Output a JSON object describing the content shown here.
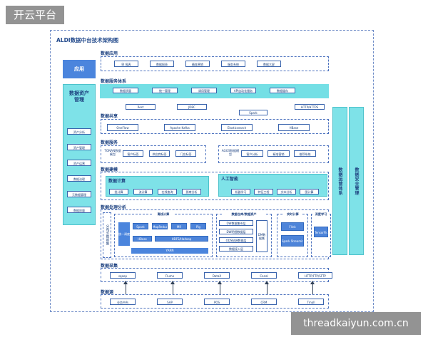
{
  "watermark_tl": "开云平台",
  "watermark_br": "threadkaiyun.com.cn",
  "title": "ALDI数据中台技术架构图",
  "sections": {
    "application": "数据应用",
    "service_system": "数据服务体系",
    "share": "数据共享",
    "service": "数据服务",
    "governance": "数据建模",
    "compute_main": "数据计算",
    "ai": "人工智能",
    "storage": "数据处理分析",
    "collection": "数据采集",
    "source": "数据源"
  },
  "left_labels": {
    "app": "应用",
    "asset": "数据资产\n管理"
  },
  "asset_items": [
    "资产分析",
    "资产管理",
    "资产运营",
    "数据治理",
    "元数据管理",
    "数据质量"
  ],
  "app_items": [
    "BI 报表",
    "数据报表",
    "精准营销",
    "服务系统",
    "数据大屏"
  ],
  "service_items": [
    "数据质量",
    "统一管理",
    "调用管理",
    "API自动化服务",
    "数据缓存"
  ],
  "service_chips": [
    "Rest",
    "JDBC",
    "Spark",
    "HTTP/HTTPS"
  ],
  "share_items": [
    "OneFlow",
    "Apache Kafka",
    "Elasticsearch",
    "HBase"
  ],
  "svc_left_label": "TONAN数据模型",
  "svc_left_items": [
    "客户标签",
    "供应商标签",
    "门店标签"
  ],
  "svc_right_label": "AGGS数据模型",
  "svc_right_items": [
    "客户分析",
    "精准营销",
    "推荐系统"
  ],
  "compute_items": [
    "批计算",
    "流计算",
    "在线查询",
    "即席分析"
  ],
  "ai_items": [
    "机器学习",
    "特征工程",
    "文本分析",
    "图计算"
  ],
  "storage": {
    "vertical_label": "分布式数据集",
    "offline_title": "离线计算",
    "engine_block": "统一调度",
    "offline_items": [
      "Spark",
      "MapReduce",
      "MR",
      "Pig"
    ],
    "offline_bottom": [
      "HBase",
      "HDFS/Hadoop"
    ],
    "yarn": "YARN",
    "lake_title": "数据仓库/数据资产",
    "lake_items": [
      "DW数据集市层",
      "DW明细数据层",
      "ODS贴源数据层",
      "数据接入层"
    ],
    "lake_side": "DM数据集",
    "realtime_title": "实时计算",
    "realtime_items": [
      "Flink",
      "Spark Streaming"
    ],
    "deep_title": "深度学习",
    "deep_items": [
      "TensorFlow"
    ]
  },
  "right_columns": [
    "数据运营体系",
    "数据安全管理"
  ],
  "collection_items": [
    "sqoop",
    "Flume",
    "DataX",
    "Canal",
    "HTTP/FTP/SFTP"
  ],
  "source_items": [
    "业务中台",
    "SAP",
    "POS",
    "CRM",
    "Tmall"
  ]
}
